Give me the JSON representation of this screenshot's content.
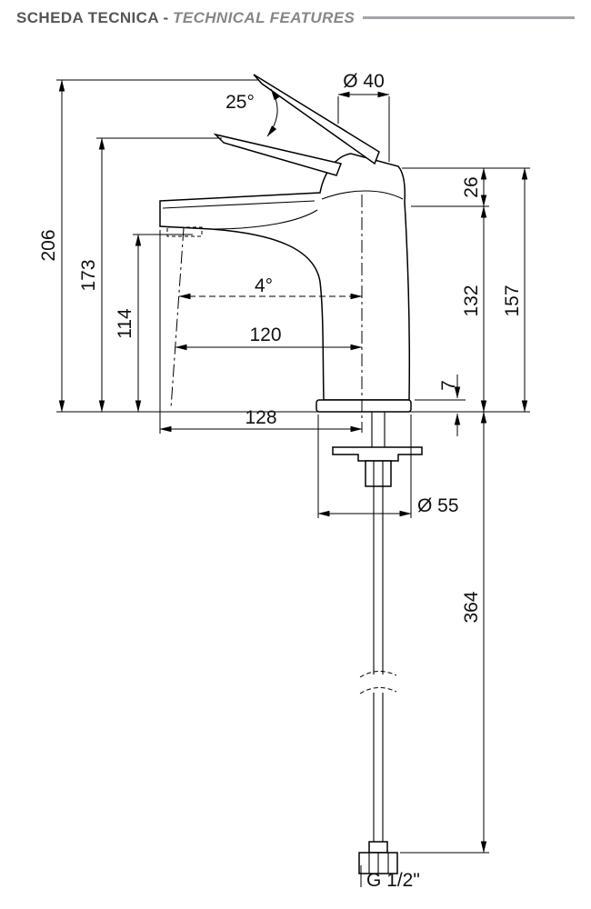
{
  "header": {
    "title_it": "SCHEDA TECNICA -",
    "title_en": "TECHNICAL FEATURES"
  },
  "dimensions": {
    "lever_angle": "25°",
    "top_diameter": "Ø 40",
    "lever_height": "26",
    "total_height": "206",
    "lever_tip_height": "173",
    "spout_height": "114",
    "spout_angle": "4°",
    "spout_reach": "120",
    "body_height": "132",
    "height_to_lever": "157",
    "overall_reach": "128",
    "plate_thickness": "7",
    "base_diameter": "Ø 55",
    "hose_length": "364",
    "thread": "G 1/2\""
  }
}
